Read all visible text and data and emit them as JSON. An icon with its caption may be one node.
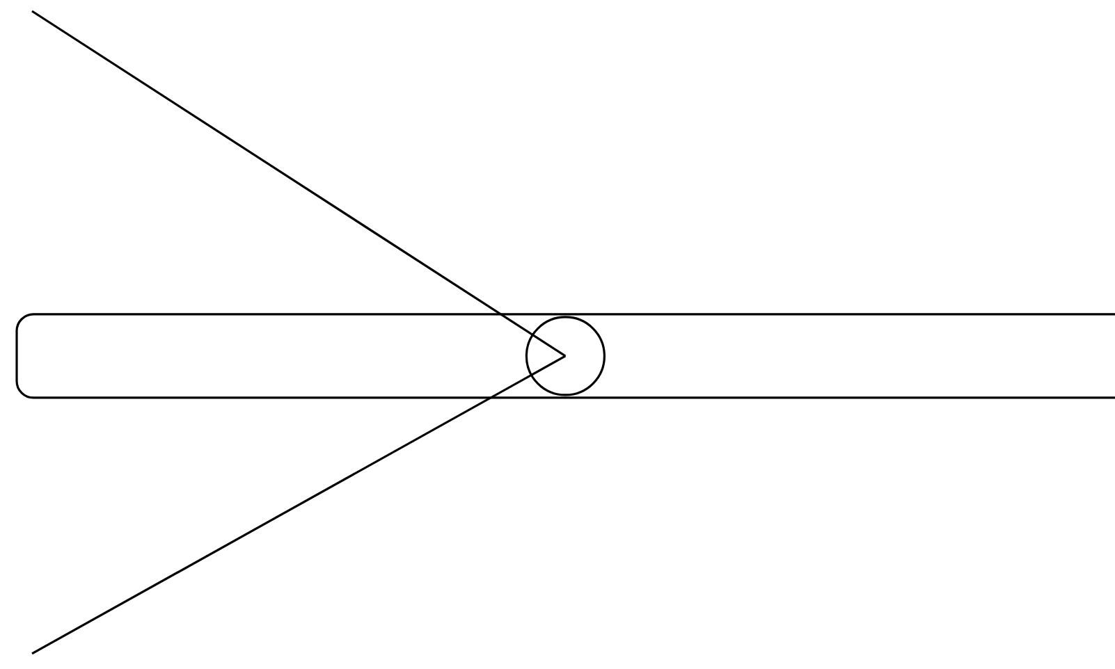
{
  "diagram": {
    "nodes": [
      {
        "text": [],
        "shape": "bar"
      },
      {
        "text": [],
        "shape": "circle",
        "in": 0
      }
    ],
    "edges": [
      {
        "from": null,
        "to": 1,
        "arrow": "none"
      },
      {
        "from": null,
        "to": 1,
        "arrow": "none"
      }
    ]
  }
}
